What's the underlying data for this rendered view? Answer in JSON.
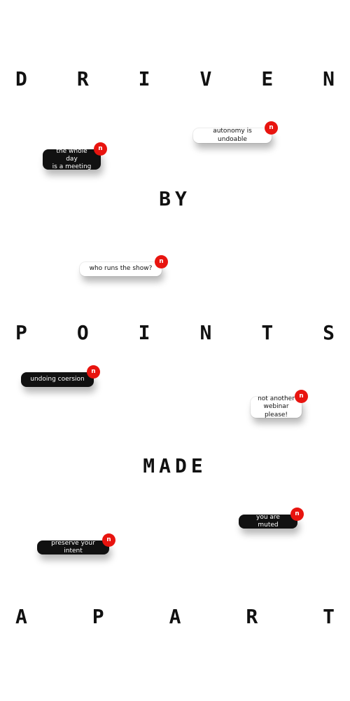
{
  "words": {
    "driven": [
      "D",
      "R",
      "I",
      "V",
      "E",
      "N"
    ],
    "by": "BY",
    "points": [
      "P",
      "O",
      "I",
      "N",
      "T",
      "S"
    ],
    "made": "MADE",
    "apart": [
      "A",
      "P",
      "A",
      "R",
      "T"
    ]
  },
  "badge_label": "n",
  "bubbles": [
    {
      "text": "autonomy is undoable",
      "style": "light"
    },
    {
      "text": "the whole day\nis a meeting",
      "style": "dark"
    },
    {
      "text": "who runs the show?",
      "style": "light"
    },
    {
      "text": "undoing coersion",
      "style": "dark"
    },
    {
      "text": "not another\nwebinar please!",
      "style": "light"
    },
    {
      "text": "you are muted",
      "style": "dark"
    },
    {
      "text": "preserve your intent",
      "style": "dark"
    }
  ],
  "colors": {
    "badge": "#e8140f",
    "dark_bubble": "#111111",
    "light_bubble": "#ffffff",
    "text": "#111111"
  }
}
